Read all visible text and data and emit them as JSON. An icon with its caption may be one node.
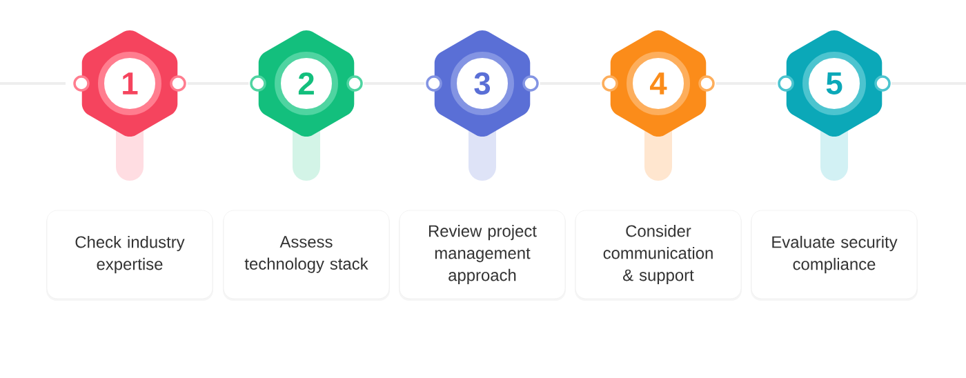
{
  "diagram": {
    "nodes": [
      {
        "text": [
          "1"
        ]
      },
      {
        "text": [
          "2"
        ]
      },
      {
        "text": [
          "3"
        ]
      },
      {
        "text": [
          "4"
        ]
      },
      {
        "text": [
          "5"
        ]
      },
      {
        "text": [
          "Check industry expertise"
        ]
      },
      {
        "text": [
          "Assess technology stack"
        ]
      },
      {
        "text": [
          "Review project management approach"
        ]
      },
      {
        "text": [
          "Consider communication & support"
        ]
      },
      {
        "text": [
          "Evaluate security compliance"
        ]
      }
    ],
    "edges": [
      {
        "from": 0,
        "to": 1,
        "arrow": "none"
      },
      {
        "from": 1,
        "to": 2,
        "arrow": "none"
      },
      {
        "from": 2,
        "to": 3,
        "arrow": "none"
      },
      {
        "from": 3,
        "to": 4,
        "arrow": "none"
      }
    ]
  }
}
